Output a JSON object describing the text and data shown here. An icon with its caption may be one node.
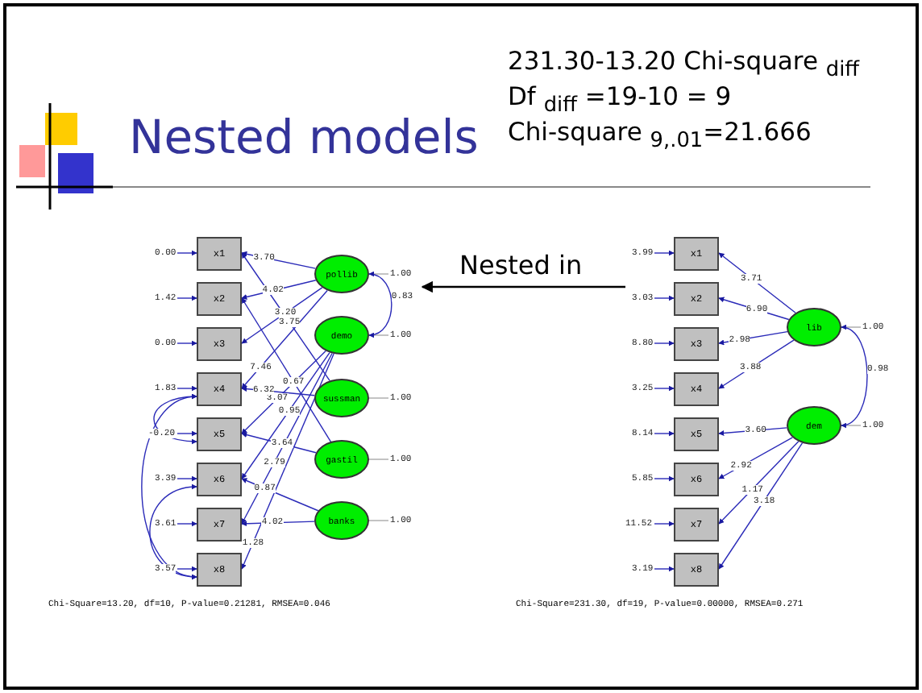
{
  "diagram": {
    "title": "Nested models",
    "nodes": [
      {
        "text": [
          "x1"
        ]
      },
      {
        "text": [
          "x2"
        ]
      },
      {
        "text": [
          "x3"
        ]
      },
      {
        "text": [
          "x4"
        ]
      },
      {
        "text": [
          "x5"
        ]
      },
      {
        "text": [
          "x6"
        ]
      },
      {
        "text": [
          "x7"
        ]
      },
      {
        "text": [
          "x8"
        ]
      },
      {
        "text": [
          "pollib"
        ]
      },
      {
        "text": [
          "demo"
        ]
      },
      {
        "text": [
          "sussman"
        ]
      },
      {
        "text": [
          "gastil"
        ]
      },
      {
        "text": [
          "banks"
        ]
      },
      {
        "text": [
          "x1"
        ]
      },
      {
        "text": [
          "x2"
        ]
      },
      {
        "text": [
          "x3"
        ]
      },
      {
        "text": [
          "x4"
        ]
      },
      {
        "text": [
          "x5"
        ]
      },
      {
        "text": [
          "x6"
        ]
      },
      {
        "text": [
          "x7"
        ]
      },
      {
        "text": [
          "x8"
        ]
      },
      {
        "text": [
          "lib"
        ]
      },
      {
        "text": [
          "dem"
        ]
      }
    ],
    "edges": [
      {
        "from": 8,
        "to": 0,
        "arrow": "to",
        "label": "3.70"
      },
      {
        "from": 8,
        "to": 1,
        "arrow": "to",
        "label": "4.02"
      },
      {
        "from": 8,
        "to": 2,
        "arrow": "to",
        "label": "3.20"
      },
      {
        "from": 8,
        "to": 3,
        "arrow": "to",
        "label": "7.46"
      },
      {
        "from": 9,
        "to": 4,
        "arrow": "to",
        "label": "3.07"
      },
      {
        "from": 9,
        "to": 5,
        "arrow": "to",
        "label": "0.95"
      },
      {
        "from": 9,
        "to": 6,
        "arrow": "to",
        "label": "2.79"
      },
      {
        "from": 9,
        "to": 7,
        "arrow": "to",
        "label": "1.28"
      },
      {
        "from": 10,
        "to": 0,
        "arrow": "to",
        "label": "3.75"
      },
      {
        "from": 10,
        "to": 3,
        "arrow": "to",
        "label": "6.32"
      },
      {
        "from": 11,
        "to": 1,
        "arrow": "to",
        "label": "0.67"
      },
      {
        "from": 11,
        "to": 4,
        "arrow": "to",
        "label": "3.64"
      },
      {
        "from": 12,
        "to": 5,
        "arrow": "to",
        "label": "0.87"
      },
      {
        "from": 12,
        "to": 6,
        "arrow": "to",
        "label": "4.02"
      },
      {
        "from": null,
        "to": 0,
        "arrow": "to",
        "label": "0.00"
      },
      {
        "from": null,
        "to": 1,
        "arrow": "to",
        "label": "1.42"
      },
      {
        "from": null,
        "to": 2,
        "arrow": "to",
        "label": "0.00"
      },
      {
        "from": null,
        "to": 3,
        "arrow": "to",
        "label": "1.83"
      },
      {
        "from": null,
        "to": 4,
        "arrow": "to",
        "label": "-0.20"
      },
      {
        "from": null,
        "to": 5,
        "arrow": "to",
        "label": "3.39"
      },
      {
        "from": null,
        "to": 6,
        "arrow": "to",
        "label": "3.61"
      },
      {
        "from": null,
        "to": 7,
        "arrow": "to",
        "label": "3.57"
      },
      {
        "from": null,
        "to": 8,
        "arrow": "none",
        "label": "1.00",
        "color": "#aaaaaa"
      },
      {
        "from": null,
        "to": 9,
        "arrow": "none",
        "label": "1.00",
        "color": "#aaaaaa"
      },
      {
        "from": null,
        "to": 10,
        "arrow": "none",
        "label": "1.00",
        "color": "#aaaaaa"
      },
      {
        "from": null,
        "to": 11,
        "arrow": "none",
        "label": "1.00",
        "color": "#aaaaaa"
      },
      {
        "from": null,
        "to": 12,
        "arrow": "none",
        "label": "1.00",
        "color": "#aaaaaa"
      },
      {
        "from": 8,
        "to": 9,
        "arrow": "both",
        "label": "0.83"
      },
      {
        "from": 3,
        "to": 4,
        "arrow": "both"
      },
      {
        "from": 3,
        "to": 7,
        "arrow": "both"
      },
      {
        "from": 5,
        "to": 7,
        "arrow": "both"
      },
      {
        "from": 21,
        "to": 13,
        "arrow": "to",
        "label": "3.71"
      },
      {
        "from": 21,
        "to": 14,
        "arrow": "to",
        "label": "6.90"
      },
      {
        "from": 21,
        "to": 15,
        "arrow": "to",
        "label": "2.98"
      },
      {
        "from": 21,
        "to": 16,
        "arrow": "to",
        "label": "3.88"
      },
      {
        "from": 22,
        "to": 17,
        "arrow": "to",
        "label": "3.60"
      },
      {
        "from": 22,
        "to": 18,
        "arrow": "to",
        "label": "2.92"
      },
      {
        "from": 22,
        "to": 19,
        "arrow": "to",
        "label": "1.17"
      },
      {
        "from": 22,
        "to": 20,
        "arrow": "to",
        "label": "3.18"
      },
      {
        "from": null,
        "to": 13,
        "arrow": "to",
        "label": "3.99"
      },
      {
        "from": null,
        "to": 14,
        "arrow": "to",
        "label": "3.03"
      },
      {
        "from": null,
        "to": 15,
        "arrow": "to",
        "label": "8.80"
      },
      {
        "from": null,
        "to": 16,
        "arrow": "to",
        "label": "3.25"
      },
      {
        "from": null,
        "to": 17,
        "arrow": "to",
        "label": "8.14"
      },
      {
        "from": null,
        "to": 18,
        "arrow": "to",
        "label": "5.85"
      },
      {
        "from": null,
        "to": 19,
        "arrow": "to",
        "label": "11.52"
      },
      {
        "from": null,
        "to": 20,
        "arrow": "to",
        "label": "3.19"
      },
      {
        "from": null,
        "to": 21,
        "arrow": "none",
        "label": "1.00",
        "color": "#aaaaaa"
      },
      {
        "from": null,
        "to": 22,
        "arrow": "none",
        "label": "1.00",
        "color": "#aaaaaa"
      },
      {
        "from": 21,
        "to": 22,
        "arrow": "both",
        "label": "0.98"
      }
    ],
    "labels": [
      "231.30-13.20 Chi-square $_{diff}$",
      "Df $_{diff}$ =19-10 = 9",
      "Chi-square $_{9,.01}$=21.666",
      "Nested in",
      "Chi-Square=13.20, df=10, P-value=0.21281, RMSEA=0.046",
      "Chi-Square=231.30, df=19, P-value=0.00000, RMSEA=0.271"
    ]
  }
}
